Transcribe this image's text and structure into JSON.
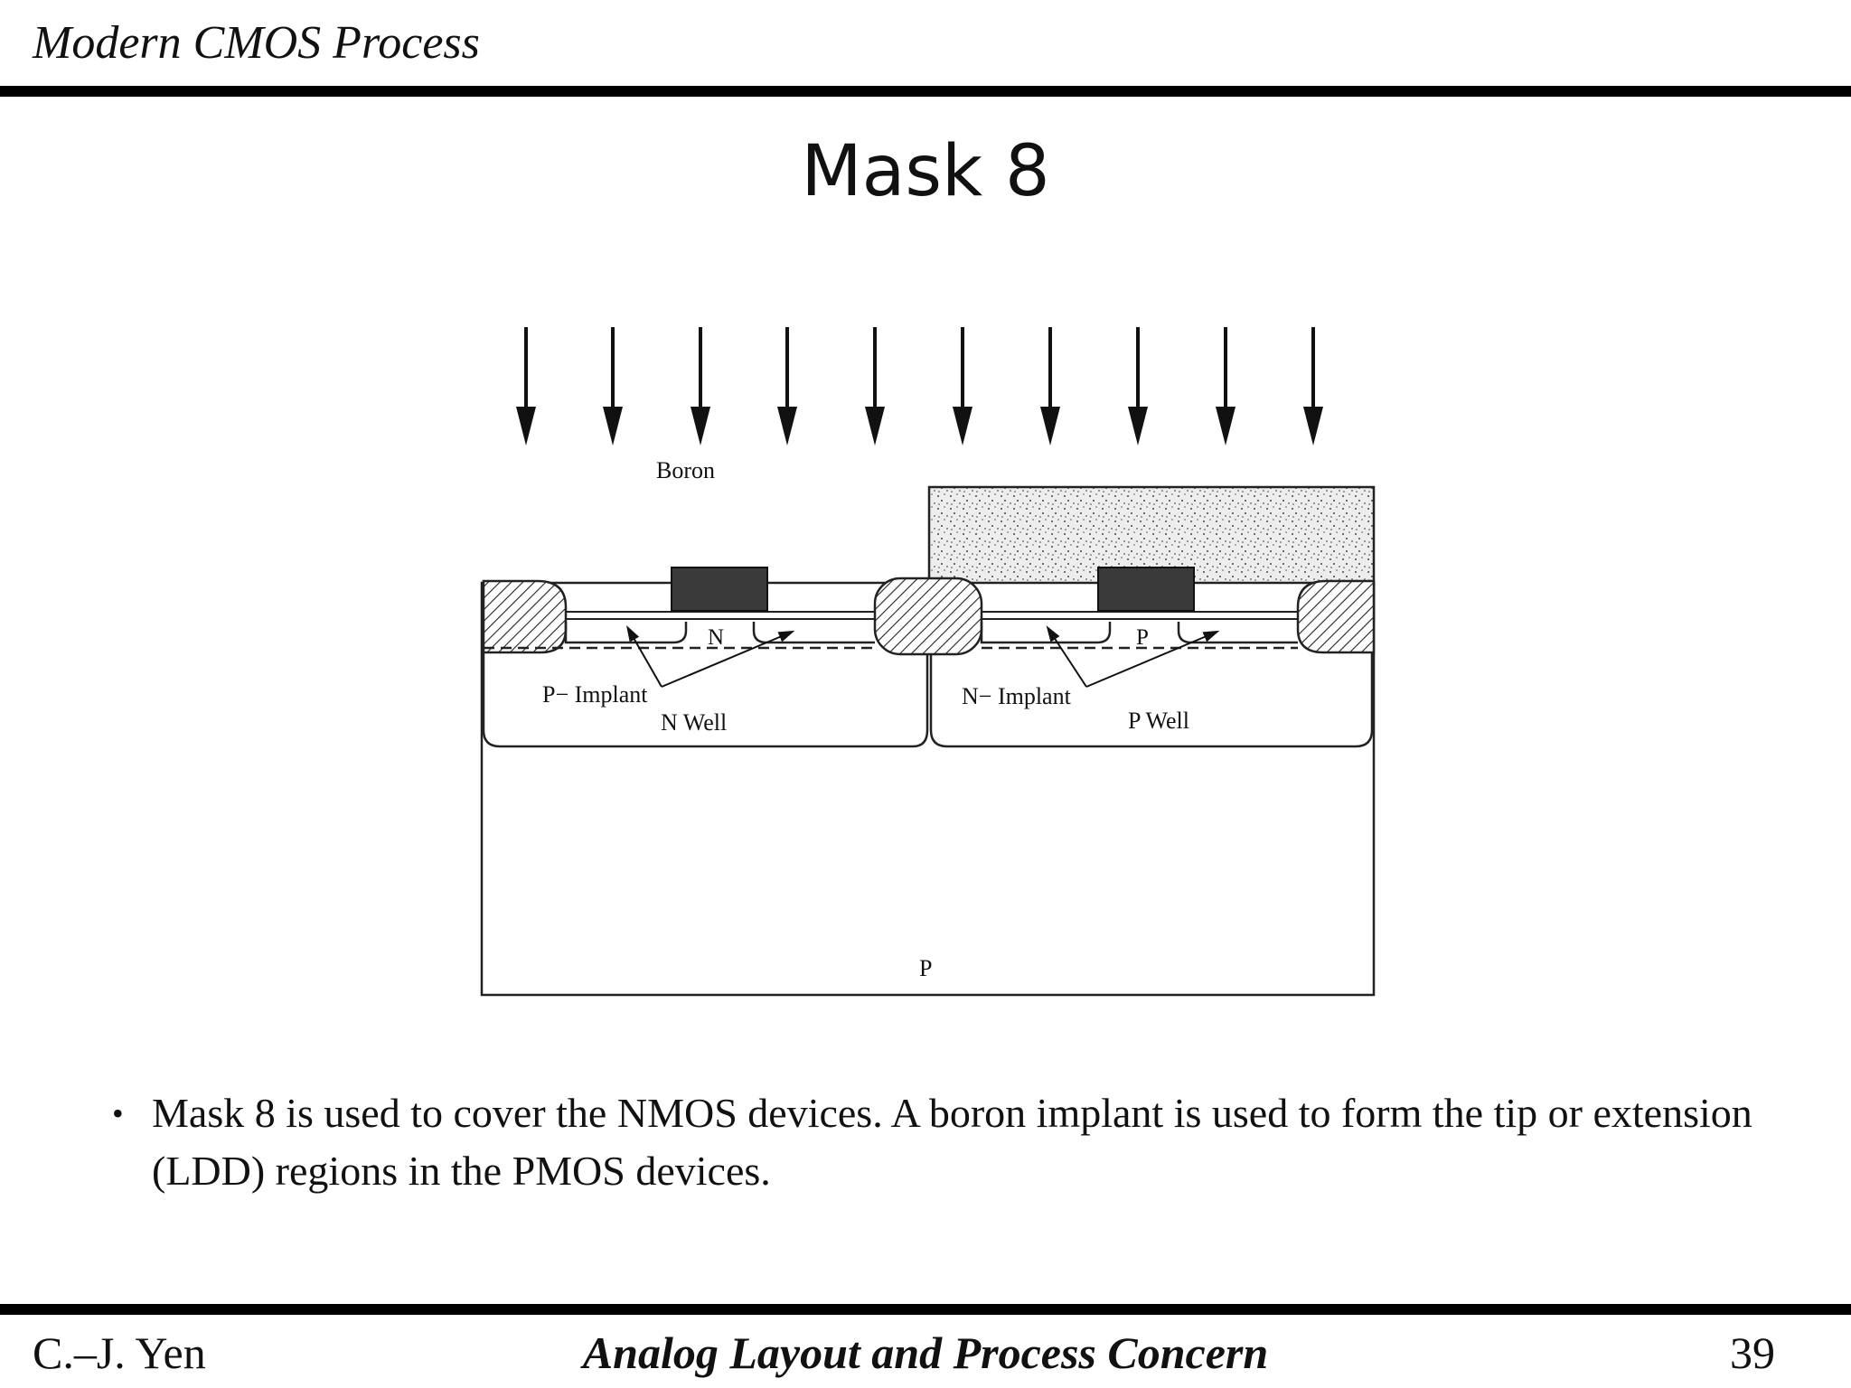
{
  "header": {
    "title": "Modern CMOS Process"
  },
  "slide": {
    "title": "Mask 8"
  },
  "diagram": {
    "labels": {
      "boron": "Boron",
      "n_region": "N",
      "p_region": "P",
      "p_implant": "P− Implant",
      "n_implant": "N− Implant",
      "n_well": "N Well",
      "p_well": "P Well",
      "substrate": "P"
    }
  },
  "bullets": [
    "Mask 8 is used to cover the NMOS devices. A boron implant is used to form the tip or extension (LDD) regions in the PMOS devices."
  ],
  "footer": {
    "author": "C.–J. Yen",
    "course": "Analog Layout and Process Concern",
    "page": "39"
  }
}
